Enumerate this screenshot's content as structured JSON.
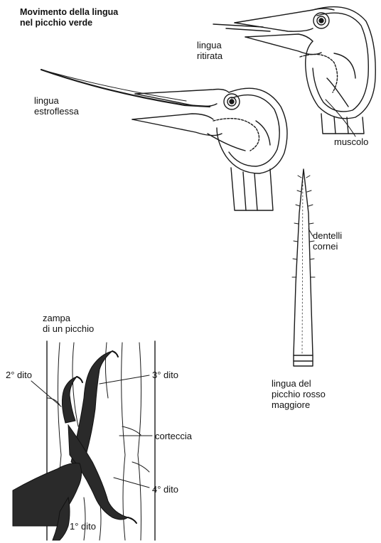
{
  "title": "Movimento della lingua\nnel picchio verde",
  "labels": {
    "retracted_tongue": "lingua\nritirata",
    "extended_tongue": "lingua\nestroflessa",
    "muscle": "muscolo",
    "horny_teeth": "dentelli\ncornei",
    "great_spotted_tongue": "lingua del\npicchio rosso\nmaggiore",
    "foot_title": "zampa\ndi un picchio",
    "toe_2": "2° dito",
    "toe_3": "3° dito",
    "bark": "corteccia",
    "toe_4": "4° dito",
    "toe_1": "1° dito"
  },
  "colors": {
    "ink": "#1a1a1a",
    "paper": "#ffffff",
    "foot": "#2a2a2a"
  }
}
